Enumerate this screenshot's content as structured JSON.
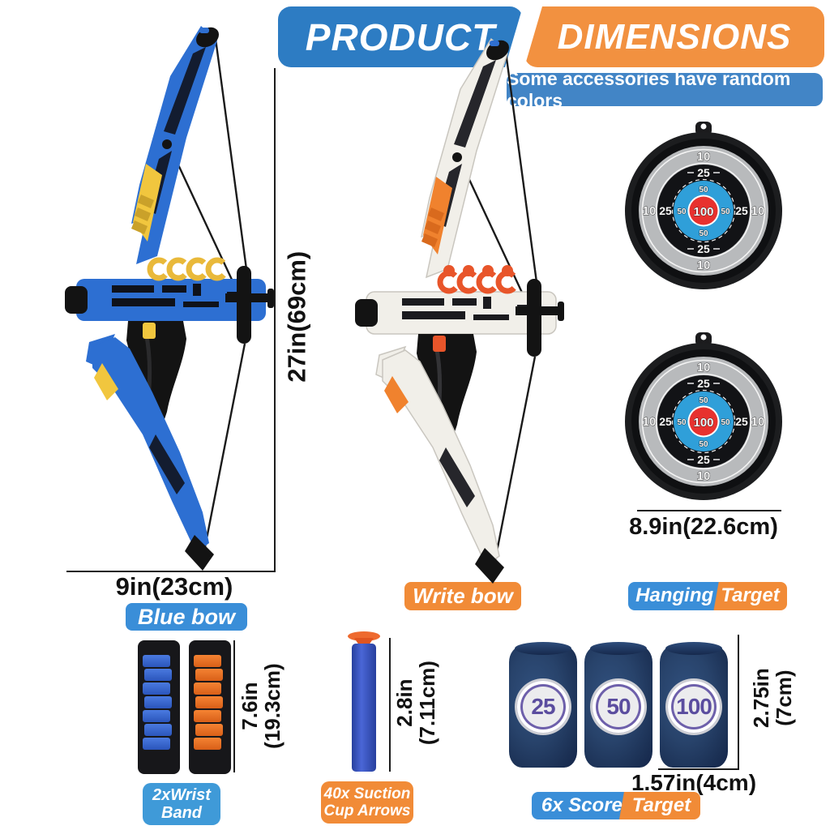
{
  "header": {
    "product": "PRODUCT",
    "dimensions": "DIMENSIONS",
    "note": "Some accessories have random colors"
  },
  "colors": {
    "header_blue": "#2d7cc3",
    "header_orange": "#f29140",
    "note_blue": "#4285c6",
    "badge_blue": "#3a8ed8",
    "badge_orange": "#f18b37",
    "target_blue_ring": "#2f9fd9",
    "target_red_center": "#e7312e",
    "can_navy": "#28436b"
  },
  "blue_bow": {
    "badge": "Blue bow",
    "width_label": "9in(23cm)",
    "height_label": "27in(69cm)"
  },
  "white_bow": {
    "badge": "Write bow"
  },
  "hanging_target": {
    "badge_left": "Hanging",
    "badge_right": "Target",
    "diameter_label": "8.9in(22.6cm)",
    "scores": [
      "10",
      "25",
      "50",
      "100"
    ]
  },
  "wrist_band": {
    "badge_line1": "2xWrist",
    "badge_line2": "Band",
    "height_line1": "7.6in",
    "height_line2": "(19.3cm)"
  },
  "suction_arrows": {
    "badge_line1": "40x Suction",
    "badge_line2": "Cup Arrows",
    "length_line1": "2.8in",
    "length_line2": "(7.11cm)"
  },
  "score_target": {
    "badge_left": "6x Score",
    "badge_right": "Target",
    "cans": [
      "25",
      "50",
      "100"
    ],
    "height_line1": "2.75in",
    "height_line2": "(7cm)",
    "width_label": "1.57in(4cm)"
  }
}
